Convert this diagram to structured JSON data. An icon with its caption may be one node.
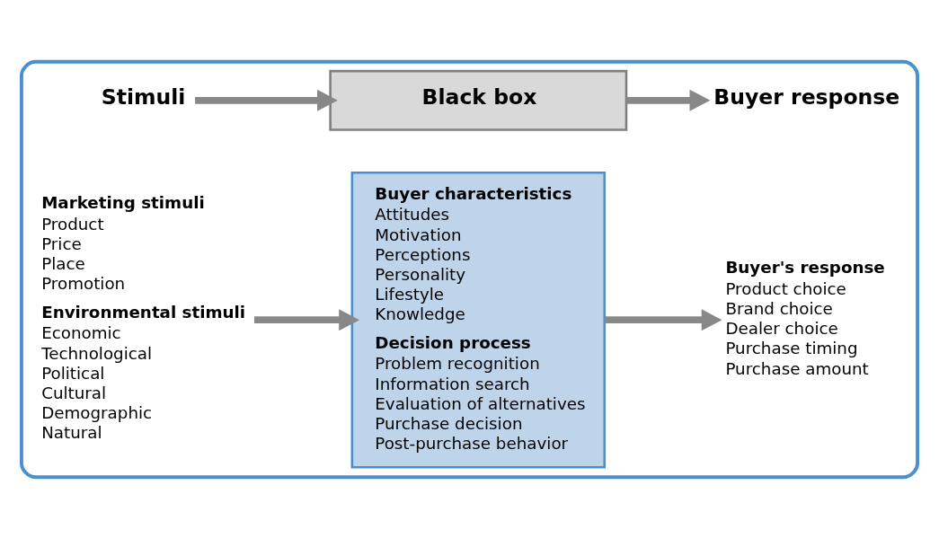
{
  "diagram": {
    "nodes": [
      {
        "text": [],
        "shape": "box"
      },
      {
        "text": [
          "Stimuli"
        ],
        "in": 0
      },
      {
        "text": [
          "Black box"
        ],
        "in": 0
      },
      {
        "text": [
          "Buyer response"
        ],
        "in": 0
      },
      {
        "text": [
          "Marketing stimuli",
          "Product",
          "Price",
          "Place",
          "Promotion",
          "Environmental stimuli",
          "Economic",
          "Technological",
          "Political",
          "Cultural",
          "Demographic",
          "Natural"
        ],
        "in": 0
      },
      {
        "text": [
          "Buyer characteristics",
          "Attitudes",
          "Motivation",
          "Perceptions",
          "Personality",
          "Lifestyle",
          "Knowledge",
          "Decision process",
          "Problem recognition",
          "Information search",
          "Evaluation of alternatives",
          "Purchase decision",
          "Post-purchase behavior"
        ],
        "in": 0
      },
      {
        "text": [
          "Buyer's response",
          "Product choice",
          "Brand choice",
          "Dealer choice",
          "Purchase timing",
          "Purchase amount"
        ],
        "in": 0
      }
    ],
    "edges": [
      {
        "from": 1,
        "to": 2,
        "arrow": "to"
      },
      {
        "from": 2,
        "to": 3,
        "arrow": "to"
      },
      {
        "from": 4,
        "to": 5,
        "arrow": "to"
      },
      {
        "from": 5,
        "to": 6,
        "arrow": "to"
      }
    ]
  }
}
